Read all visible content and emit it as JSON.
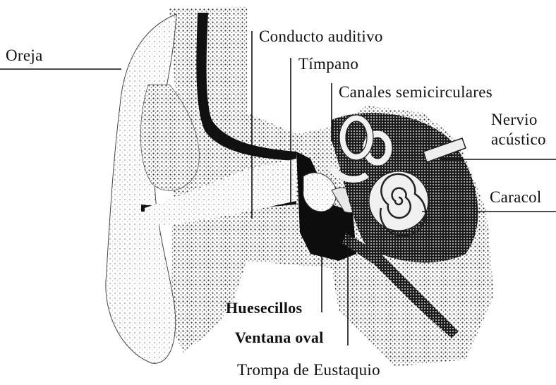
{
  "labels": {
    "oreja": "Oreja",
    "conducto": "Conducto auditivo",
    "timpano": "Tímpano",
    "canales": "Canales semicirculares",
    "nervio_1": "Nervio",
    "nervio_2": "acústico",
    "caracol": "Caracol",
    "huesecillos": "Huesecillos",
    "ventana": "Ventana oval",
    "trompa": "Trompa de Eustaquio"
  },
  "colors": {
    "ink": "#111111",
    "stipple": "#8a8a8a",
    "paper": "#ffffff"
  }
}
